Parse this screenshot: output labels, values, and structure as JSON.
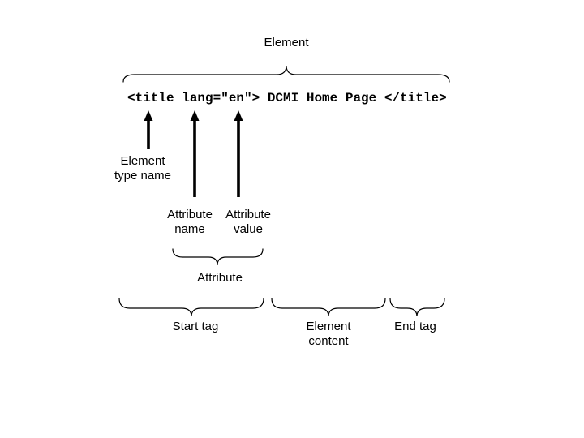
{
  "title": "Element",
  "code": "<title lang=\"en\"> DCMI Home Page </title>",
  "labels": {
    "element_type_name": [
      "Element",
      "type name"
    ],
    "attribute_name": [
      "Attribute",
      "name"
    ],
    "attribute_value": [
      "Attribute",
      "value"
    ],
    "attribute": "Attribute",
    "start_tag": "Start tag",
    "element_content": [
      "Element",
      "content"
    ],
    "end_tag": "End tag"
  },
  "colors": {
    "foreground": "#000000",
    "background": "#ffffff"
  }
}
